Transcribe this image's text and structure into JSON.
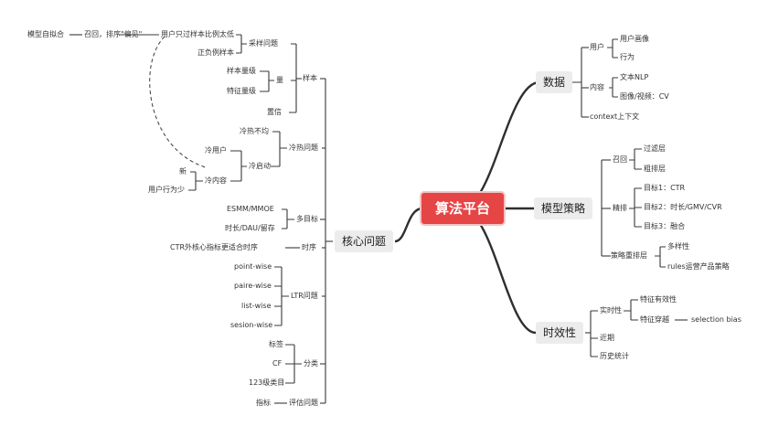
{
  "root": {
    "label": "算法平台"
  },
  "data_branch": {
    "label": "数据",
    "user": {
      "label": "用户",
      "children": [
        "用户画像",
        "行为"
      ]
    },
    "content": {
      "label": "内容",
      "children": [
        "文本NLP",
        "图像/视频：CV"
      ]
    },
    "context": "context上下文"
  },
  "model_branch": {
    "label": "模型策略",
    "recall": {
      "label": "召回",
      "children": [
        "过滤层",
        "粗排层"
      ]
    },
    "rank": {
      "label": "精排",
      "children": [
        "目标1：CTR",
        "目标2：时长/GMV/CVR",
        "目标3：融合"
      ]
    },
    "rerank": {
      "label": "策略重排层",
      "children": [
        "多样性",
        "rules运营产品策略"
      ]
    }
  },
  "time_branch": {
    "label": "时效性",
    "realtime": {
      "label": "实时性",
      "children": [
        "特征有效性",
        "特征穿越"
      ]
    },
    "bias": "selection bias",
    "recent": "近期",
    "history": "历史统计"
  },
  "core_branch": {
    "label": "核心问题",
    "sample": {
      "label": "样本",
      "sampling": {
        "label": "采样问题",
        "children": [
          "用户只过样本比例太低",
          "正负例样本"
        ]
      },
      "recall_chain": [
        "召回，排序\"偏见\"",
        "模型自拟合"
      ],
      "volume": {
        "label": "量",
        "children": [
          "样本量级",
          "特征量级"
        ]
      },
      "confidence": "置信"
    },
    "cold": {
      "label": "冷热问题",
      "uneven": "冷热不均",
      "cold_start": {
        "label": "冷启动",
        "children": [
          "冷用户",
          "冷内容"
        ]
      },
      "content_children": [
        "新",
        "用户行为少"
      ]
    },
    "multi": {
      "label": "多目标",
      "children": [
        "ESMM/MMOE",
        "时长/DAU/留存"
      ]
    },
    "timing": {
      "label": "时序",
      "child": "CTR外核心指标更适合时序"
    },
    "ltr": {
      "label": "LTR问题",
      "children": [
        "point-wise",
        "paire-wise",
        "list-wise",
        "sesion-wise"
      ]
    },
    "classify": {
      "label": "分类",
      "children": [
        "标签",
        "CF",
        "123级类目"
      ]
    },
    "eval": {
      "label": "评估问题",
      "child": "指标"
    }
  }
}
